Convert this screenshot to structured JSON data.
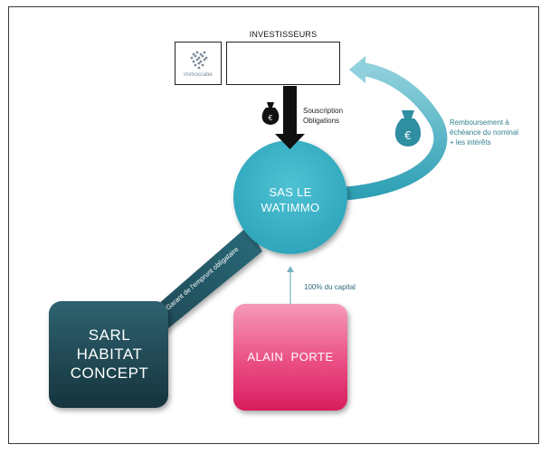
{
  "investors": {
    "title": "INVESTISSEURS",
    "icons": [
      "people-group-icon",
      "people-group-icon",
      "people-group-icon"
    ]
  },
  "logo": {
    "text": "immocratie"
  },
  "subscription": {
    "line1": "Souscription",
    "line2": "Obligations"
  },
  "center": {
    "line1": "SAS LE",
    "line2": "WATIMMO"
  },
  "repayment": {
    "line1": "Remboursement à",
    "line2": "échéance du nominal",
    "line3": "+ les intérêts"
  },
  "guarantee": {
    "label": "Garant de l'emprunt obligataire"
  },
  "sarl": {
    "line1": "SARL",
    "line2": "HABITAT",
    "line3": "CONCEPT"
  },
  "alain": {
    "label": "ALAIN  PORTE"
  },
  "capital": {
    "label": "100% du capital"
  },
  "money_icons": {
    "symbol": "€"
  },
  "colors": {
    "teal": "#3aaec3",
    "dark_slate": "#1f4550",
    "pink": "#e22a6a",
    "teal_text": "#2e7f8f"
  }
}
